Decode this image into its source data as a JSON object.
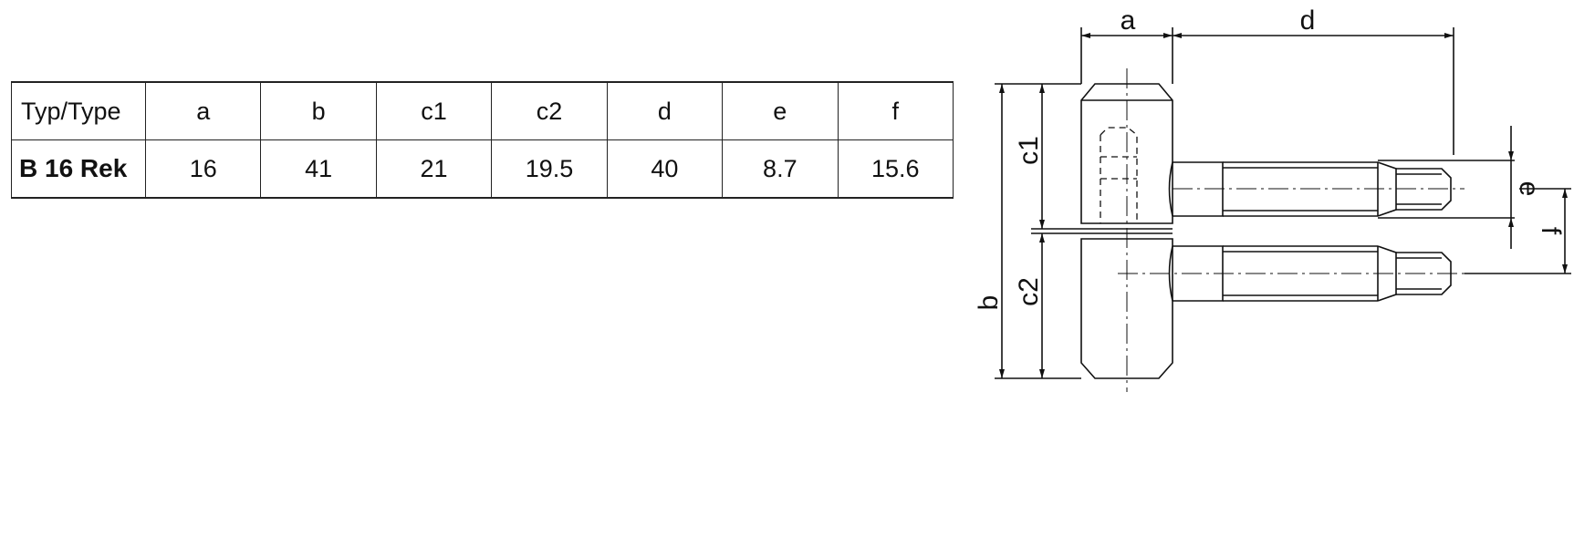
{
  "table": {
    "header": [
      "Typ/Type",
      "a",
      "b",
      "c1",
      "c2",
      "d",
      "e",
      "f"
    ],
    "rows": [
      [
        "B 16 Rek",
        "16",
        "41",
        "21",
        "19.5",
        "40",
        "8.7",
        "15.6"
      ]
    ]
  },
  "drawing": {
    "labels": {
      "a": "a",
      "d": "d",
      "b": "b",
      "c1": "c1",
      "c2": "c2",
      "e": "e",
      "f": "f"
    }
  }
}
